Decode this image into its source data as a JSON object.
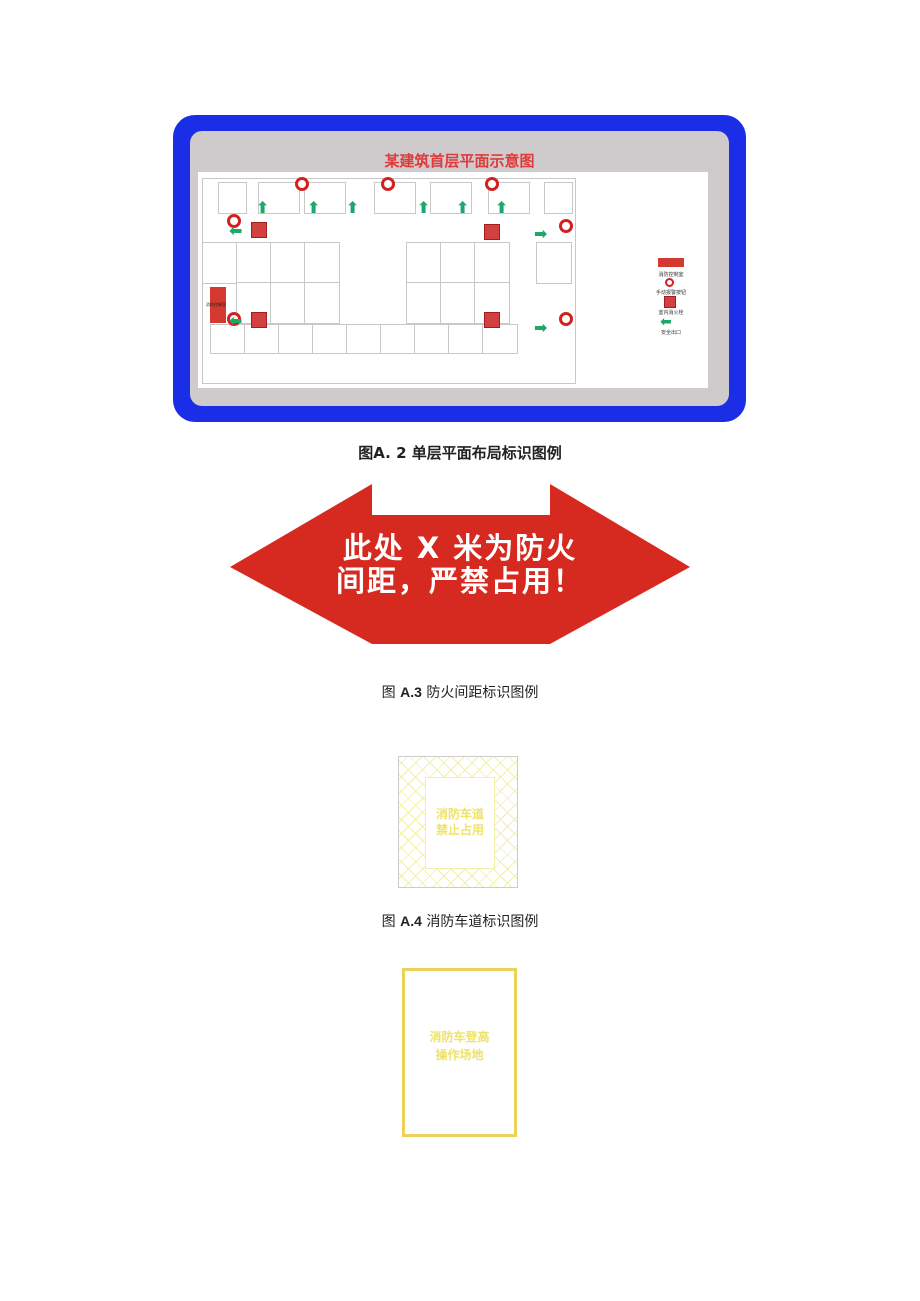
{
  "figure_a2": {
    "sign_title": "某建筑首层平面示意图",
    "legend": [
      {
        "label": "消防控制室",
        "icon": "fire-control-room-icon"
      },
      {
        "label": "手动报警按钮",
        "icon": "manual-alarm-button-icon"
      },
      {
        "label": "室内消火栓",
        "icon": "indoor-hydrant-icon"
      },
      {
        "label": "安全出口",
        "icon": "exit-arrow-icon"
      }
    ],
    "control_room_label": "消防控制室",
    "caption": "图A. 2   单层平面布局标识图例",
    "colors": {
      "frame": "#1a2ee8",
      "panel": "#cfcacb",
      "title": "#e03a3a",
      "exit": "#1fa66a",
      "marker": "#d42020"
    }
  },
  "figure_a3": {
    "sign_line1": "此处 X 米为防火",
    "sign_line2": "间距，严禁占用！",
    "caption_prefix": "图 ",
    "caption_num": "A.3",
    "caption_text": " 防火间距标识图例",
    "color": "#d62a20"
  },
  "figure_a4": {
    "sign_line1": "消防车道",
    "sign_line2": "禁止占用",
    "caption_prefix": "图 ",
    "caption_num": "A.4",
    "caption_text": " 消防车道标识图例",
    "color": "#eee36a"
  },
  "figure_a5": {
    "sign_line1": "消防车登高",
    "sign_line2": "操作场地",
    "color": "#ecd25a"
  }
}
